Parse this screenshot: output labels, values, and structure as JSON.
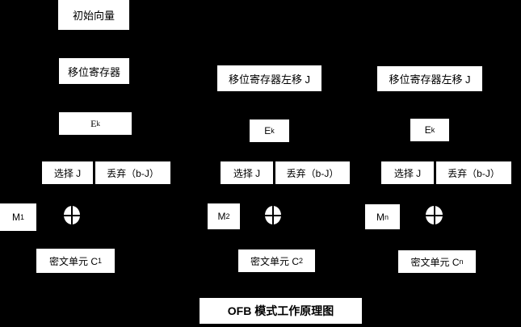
{
  "title": "OFB 模式工作原理图",
  "colors": {
    "background": "#000000",
    "box_fill": "#ffffff",
    "box_text": "#000000"
  },
  "icons": {
    "xor_icon": "xor-plus-circle"
  },
  "columns": [
    {
      "initial_vector": "初始向量",
      "shift_register": "移位寄存器",
      "cipher": {
        "base": "E",
        "sub": "k"
      },
      "select": "选择 J",
      "discard": "丢弃（b-J）",
      "message": {
        "base": "M",
        "sub": "1"
      },
      "ciphertext": {
        "label": "密文单元 C",
        "sub": "1"
      }
    },
    {
      "shift_register": "移位寄存器左移 J",
      "cipher": {
        "base": "E",
        "sub": "k"
      },
      "select": "选择 J",
      "discard": "丢弃（b-J）",
      "message": {
        "base": "M",
        "sub": "2"
      },
      "ciphertext": {
        "label": "密文单元 C",
        "sub": "2"
      }
    },
    {
      "shift_register": "移位寄存器左移 J",
      "cipher": {
        "base": "E",
        "sub": "k"
      },
      "select": "选择 J",
      "discard": "丢弃（b-J）",
      "message": {
        "base": "M",
        "sub": "n"
      },
      "ciphertext": {
        "label": "密文单元 C",
        "sub": "n"
      }
    }
  ]
}
